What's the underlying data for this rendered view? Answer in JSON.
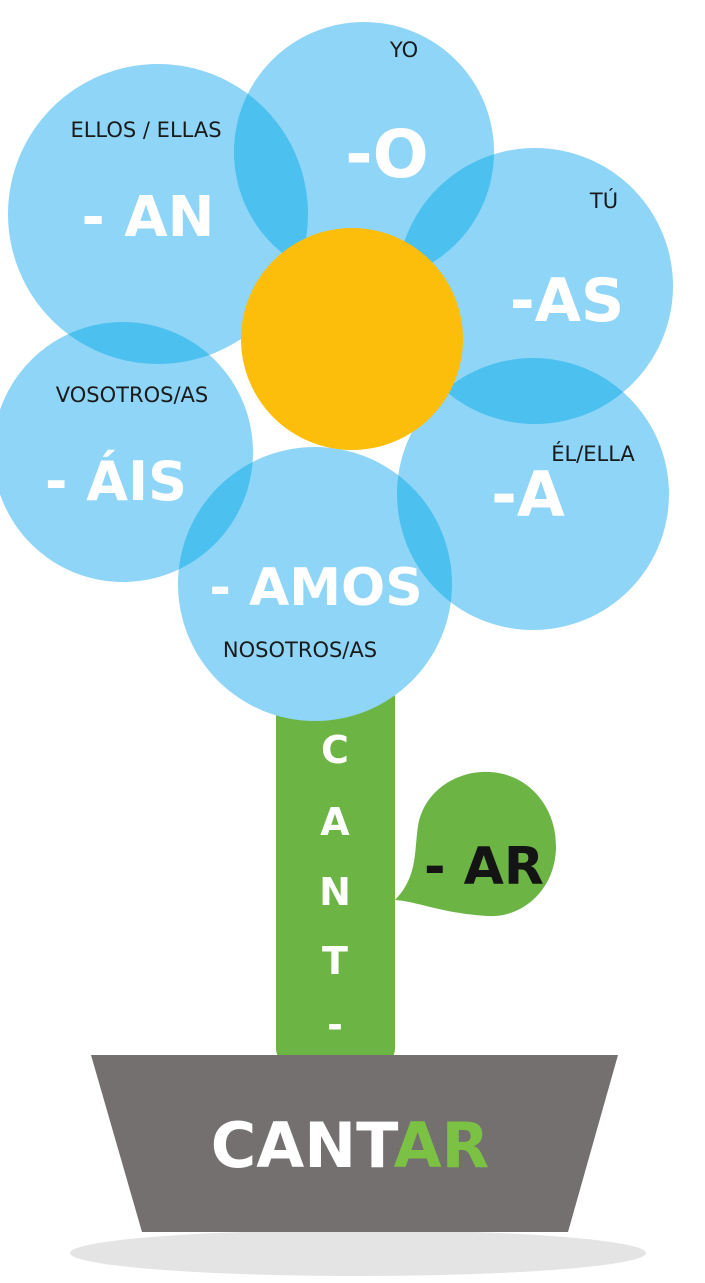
{
  "colors": {
    "petal": "#8fd5f7",
    "petal_overlap": "#4cc0ee",
    "center": "#fcbe0b",
    "stem": "#6cb545",
    "pot": "#747070",
    "shadow": "#e4e4e4",
    "verb_stem_text": "#ffffff",
    "verb_ending_text": "#7bc143"
  },
  "petals": [
    {
      "id": "yo",
      "pronoun": "YO",
      "ending": "-O"
    },
    {
      "id": "tu",
      "pronoun": "TÚ",
      "ending": "-AS"
    },
    {
      "id": "el",
      "pronoun": "ÉL/ELLA",
      "ending": "-A"
    },
    {
      "id": "nosotros",
      "pronoun": "NOSOTROS/AS",
      "ending": "- AMOS"
    },
    {
      "id": "vosotros",
      "pronoun": "VOSOTROS/AS",
      "ending": "- ÁIS"
    },
    {
      "id": "ellos",
      "pronoun": "ELLOS / ELLAS",
      "ending": "- AN"
    }
  ],
  "stem_letters": [
    "C",
    "A",
    "N",
    "T",
    "-"
  ],
  "leaf_label": "- AR",
  "pot": {
    "verb_stem": "CANT",
    "verb_ending": "AR"
  }
}
